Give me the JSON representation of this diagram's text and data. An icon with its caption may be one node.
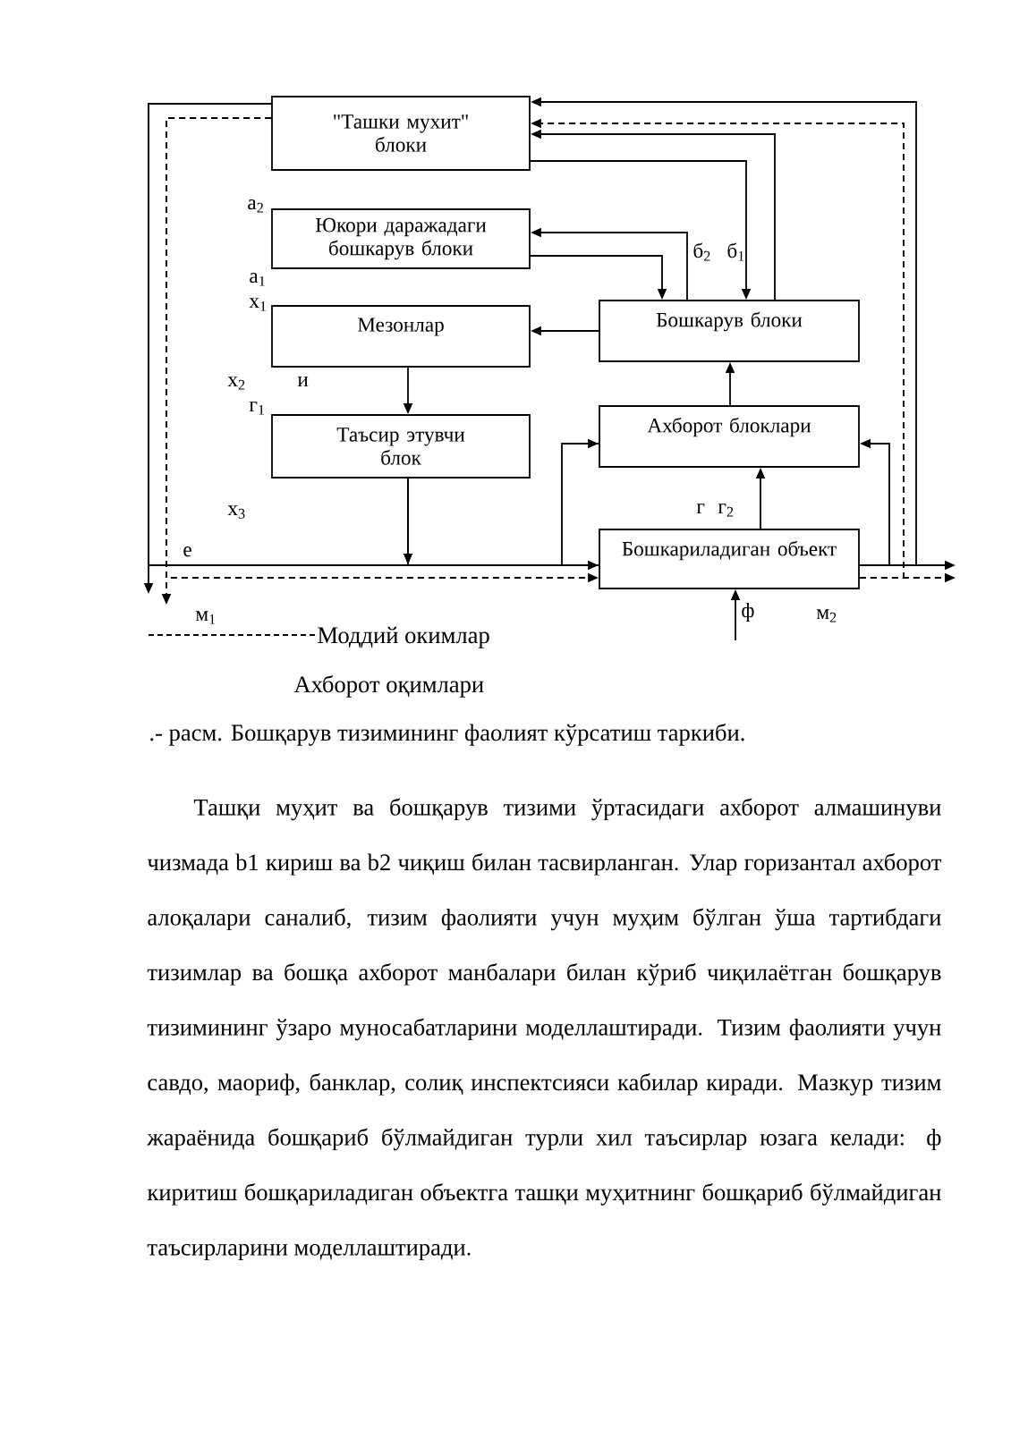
{
  "diagram": {
    "caption": ".- расм. Бошқарув тизимининг фаолият кўрсатиш таркиби.",
    "nodes": [
      {
        "text": [
          "\"Ташки мухит\" блоки"
        ]
      },
      {
        "text": [
          "Юкори даражадаги бошкарув блоки"
        ]
      },
      {
        "text": [
          "Мезонлар"
        ]
      },
      {
        "text": [
          "Бошкарув блоки"
        ]
      },
      {
        "text": [
          "Таъсир этувчи блок"
        ]
      },
      {
        "text": [
          "Ахборот блоклари"
        ]
      },
      {
        "text": [
          "Бошкариладиган объект"
        ]
      }
    ],
    "edges": [
      {
        "from": 0,
        "to": 3,
        "arrow": "to"
      },
      {
        "from": 3,
        "to": 0,
        "arrow": "to"
      },
      {
        "from": 1,
        "to": 3,
        "arrow": "to"
      },
      {
        "from": 3,
        "to": 1,
        "arrow": "to"
      },
      {
        "from": 3,
        "to": 2,
        "arrow": "to"
      },
      {
        "from": 2,
        "to": 4,
        "arrow": "to"
      },
      {
        "from": 0,
        "to": null,
        "arrow": "to"
      },
      {
        "from": 0,
        "to": null,
        "arrow": "to",
        "style": "dashed"
      },
      {
        "from": 0,
        "to": 6,
        "arrow": "to"
      },
      {
        "from": 0,
        "to": 5,
        "arrow": "to"
      },
      {
        "from": 4,
        "to": 6,
        "arrow": "to"
      },
      {
        "from": 4,
        "to": 5,
        "arrow": "to"
      },
      {
        "from": 0,
        "to": 6,
        "arrow": "to",
        "style": "dashed"
      },
      {
        "from": 6,
        "to": 5,
        "arrow": "to"
      },
      {
        "from": 5,
        "to": 3,
        "arrow": "to"
      },
      {
        "from": 6,
        "to": 5,
        "arrow": "to"
      },
      {
        "from": 6,
        "to": null,
        "arrow": "to"
      },
      {
        "from": 6,
        "to": null,
        "arrow": "to",
        "style": "dashed"
      },
      {
        "from": 6,
        "to": 0,
        "arrow": "to"
      },
      {
        "from": 6,
        "to": 0,
        "arrow": "to",
        "style": "dashed"
      },
      {
        "from": null,
        "to": 6,
        "arrow": "to"
      }
    ],
    "labels": [
      "а$_{2}$",
      "б$_{2}$",
      "б$_{1}$",
      "а$_{1}$",
      "х$_{1}$",
      "х$_{2}$",
      "и",
      "г$_{1}$",
      "х$_{3}$",
      "г",
      "г$_{2}$",
      "е",
      "м$_{1}$",
      "ф",
      "м$_{2}$",
      "Ахборот оқимлари",
      "Ташқи муҳит ва бошқарув тизими ўртасидаги ахборот алмашинуви чизмада b1 кириш ва b2 чиқиш билан тасвирланган. Улар горизантал ахборот алоқалари саналиб, тизим фаолияти учун муҳим бўлган ўша тартибдаги тизимлар ва бошқа ахборот манбалари билан кўриб чиқилаётган бошқарув тизимининг ўзаро муносабатларини моделлаштиради. Тизим фаолияти учун савдо, маориф, банклар, солиқ инспектсияси кабилар киради. Мазкур тизим жараёнида бошқариб бўлмайдиган турли хил таъсирлар юзага келади: ф киритиш бошқариладиган объектга ташқи муҳитнинг бошқариб бўлмайдиган таъсирларини моделлаштиради."
    ],
    "legend": [
      {
        "text": "Моддий окимлар"
      }
    ]
  }
}
